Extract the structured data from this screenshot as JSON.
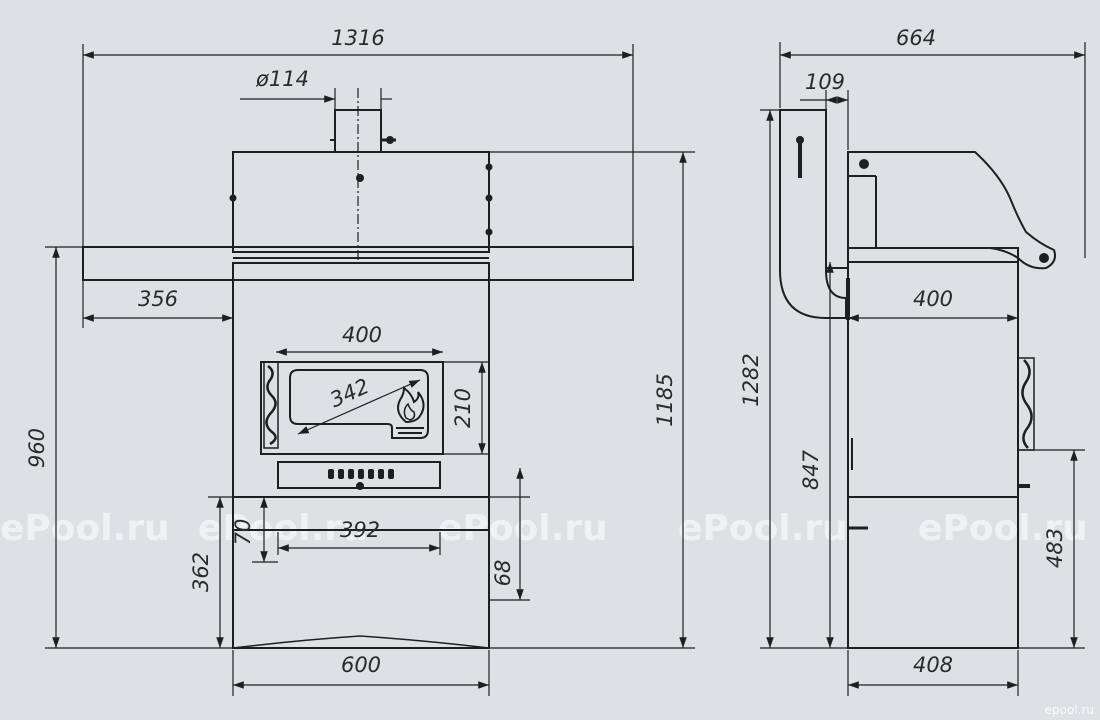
{
  "colors": {
    "background": "#dde1e4",
    "line": "#1f1f1f",
    "watermark": "#ffffff"
  },
  "dimensions": {
    "front": {
      "overall_width": "1316",
      "chimney_diameter": "ø114",
      "side_shelf": "356",
      "firebox_width": "400",
      "glass_diagonal": "342",
      "firebox_height": "210",
      "height_overall": "1185",
      "height_body": "960",
      "ash_width": "392",
      "ash_door_height": "70",
      "base_height": "362",
      "drawer_height": "68",
      "base_width": "600"
    },
    "side": {
      "overall_depth": "664",
      "pipe_offset": "109",
      "cook_depth": "400",
      "height_total": "1282",
      "height_hob": "847",
      "height_base": "483",
      "base_depth": "408"
    }
  },
  "icons": [
    "flame-icon",
    "handle-icon"
  ],
  "watermarks": [
    "ePool.ru",
    "ePool.ru",
    "ePool.ru",
    "ePool.ru",
    "ePool.ru"
  ],
  "brand_mark": "epool.ru"
}
